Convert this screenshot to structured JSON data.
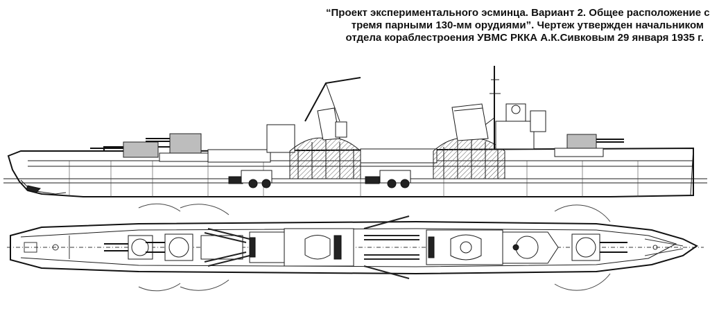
{
  "caption": {
    "line1": "“Проект экспериментального эсминца. Вариант 2. Общее расположение с",
    "line2": "тремя парными 130-мм орудиями”. Чертеж утвержден начальником",
    "line3": "отдела кораблестроения УВМС РККА А.К.Сивковым 29 января 1935 г."
  }
}
